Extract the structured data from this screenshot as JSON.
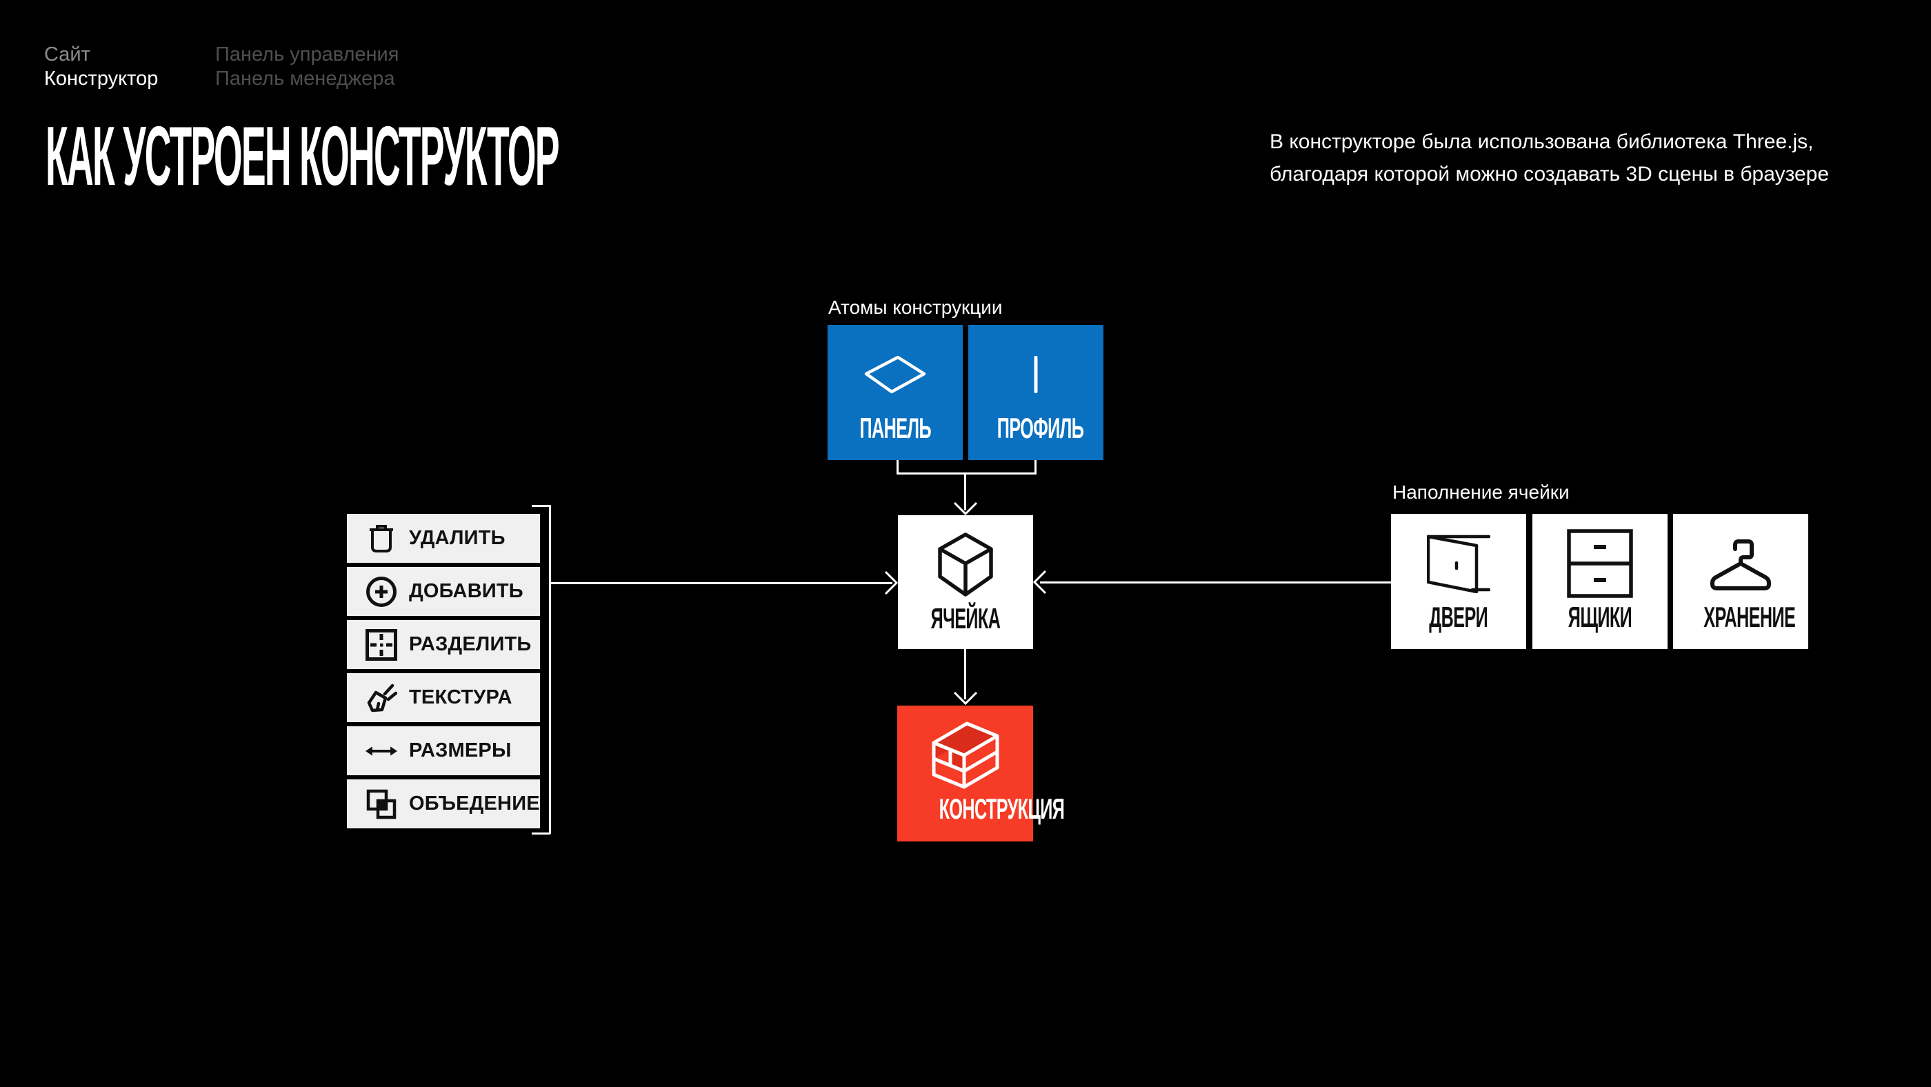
{
  "nav": {
    "site": "Сайт",
    "constructor": "Конструктор",
    "admin_panel": "Панель управления",
    "manager_panel": "Панель менеджера"
  },
  "header": {
    "title": "КАК УСТРОЕН КОНСТРУКТОР",
    "note_line1": "В конструкторе была использована библиотека Three.js,",
    "note_line2": "благодаря которой можно создавать 3D сцены в браузере"
  },
  "diagram": {
    "atoms": {
      "label": "Атомы конструкции",
      "items": [
        {
          "label": "ПАНЕЛЬ",
          "icon": "panel-icon"
        },
        {
          "label": "ПРОФИЛЬ",
          "icon": "profile-icon"
        }
      ]
    },
    "cell": {
      "label": "ЯЧЕЙКА",
      "icon": "cube-icon"
    },
    "construction": {
      "label": "КОНСТРУКЦИЯ",
      "icon": "bricks-icon"
    },
    "fill": {
      "label": "Наполнение ячейки",
      "items": [
        {
          "label": "ДВЕРИ",
          "icon": "door-icon"
        },
        {
          "label": "ЯЩИКИ",
          "icon": "drawers-icon"
        },
        {
          "label": "ХРАНЕНИЕ",
          "icon": "hanger-icon"
        }
      ]
    },
    "tools": {
      "items": [
        {
          "label": "УДАЛИТЬ",
          "icon": "trash-icon"
        },
        {
          "label": "ДОБАВИТЬ",
          "icon": "add-circle-icon"
        },
        {
          "label": "РАЗДЕЛИТЬ",
          "icon": "split-icon"
        },
        {
          "label": "ТЕКСТУРА",
          "icon": "brush-icon"
        },
        {
          "label": "РАЗМЕРЫ",
          "icon": "resize-arrow-icon"
        },
        {
          "label": "ОБЪЕДЕНИЕ",
          "icon": "merge-squares-icon"
        }
      ]
    }
  },
  "colors": {
    "background": "#000000",
    "accent_blue": "#0a70c0",
    "accent_red": "#f63b26",
    "accent_red_dark": "#d92c1a",
    "button_gray": "#f0f0f0",
    "text_muted": "#8c8c8c",
    "text_dim": "#4f4f4f",
    "white": "#ffffff"
  }
}
